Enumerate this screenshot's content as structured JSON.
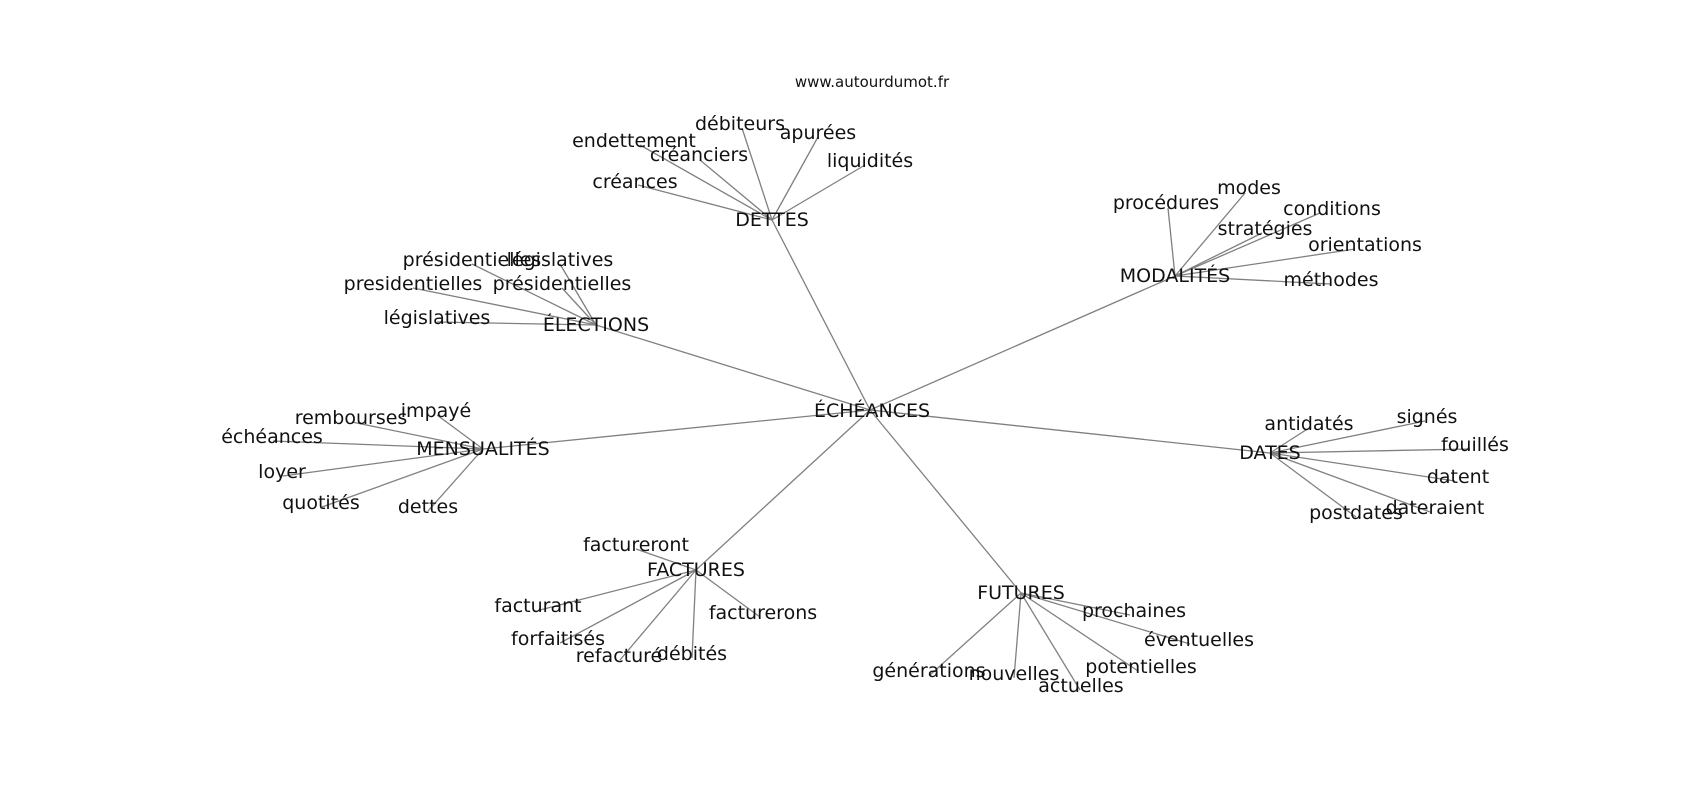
{
  "watermark": "www.autourdumot.fr",
  "graph": {
    "center": "ÉCHÉANCES",
    "hubs": [
      {
        "label": "DETTES",
        "leaves": [
          "débiteurs",
          "apurées",
          "endettement",
          "créanciers",
          "liquidités",
          "créances"
        ]
      },
      {
        "label": "MODALITÉS",
        "leaves": [
          "modes",
          "procédures",
          "conditions",
          "stratégies",
          "orientations",
          "méthodes"
        ]
      },
      {
        "label": "ÉLECTIONS",
        "leaves": [
          "présidentielles",
          "législatives",
          "presidentielles",
          "présidentielles",
          "législatives"
        ]
      },
      {
        "label": "MENSUALITÉS",
        "leaves": [
          "rembourses",
          "impayé",
          "échéances",
          "loyer",
          "quotités",
          "dettes"
        ]
      },
      {
        "label": "DATES",
        "leaves": [
          "antidatés",
          "signés",
          "fouillés",
          "datent",
          "dateraient",
          "postdates"
        ]
      },
      {
        "label": "FACTURES",
        "leaves": [
          "factureront",
          "facturant",
          "facturerons",
          "forfaitisés",
          "refacturé",
          "débités"
        ]
      },
      {
        "label": "FUTURES",
        "leaves": [
          "prochaines",
          "éventuelles",
          "potentielles",
          "générations",
          "nouvelles",
          "actuelles"
        ]
      }
    ]
  }
}
